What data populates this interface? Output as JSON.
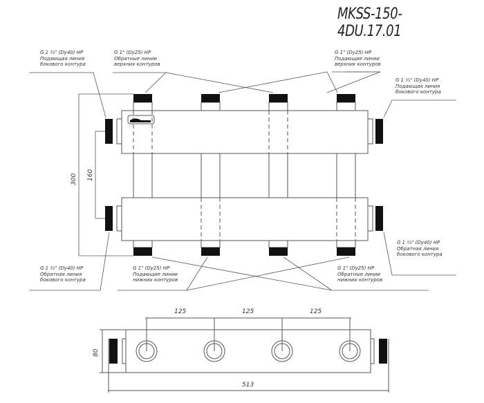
{
  "title": "MKSS-150-4DU.17.01",
  "labels": {
    "top_left_side": [
      "G 1 ½\" (Dy40) HP",
      "Подающая линия",
      "бокового контура"
    ],
    "top_return_upper": [
      "G 1\" (Dy25) HP",
      "Обратные линии",
      "верхних контуров"
    ],
    "top_supply_upper": [
      "G 1\" (Dy25) HP",
      "Подающие линии",
      "верхних контуров"
    ],
    "top_right_side": [
      "G 1 ½\" (Dy40) HP",
      "Подающая линия",
      "бокового контура"
    ],
    "bottom_left_side": [
      "G 1 ½\" (Dy40) HP",
      "Обратная линия",
      "бокового контура"
    ],
    "bottom_supply_lower": [
      "G 1\" (Dy25) HP",
      "Подающие линии",
      "нижних контуров"
    ],
    "bottom_return_lower": [
      "G 1\" (Dy25) HP",
      "Обратные линии",
      "нижних контуров"
    ],
    "bottom_right_side": [
      "G 1 ½\" (Dy40) HP",
      "Обратная линия",
      "бокового контура"
    ]
  },
  "dimensions": {
    "overall_height": "300",
    "header_spacing": "160",
    "port_pitch_1": "125",
    "port_pitch_2": "125",
    "port_pitch_3": "125",
    "body_depth": "80",
    "overall_length": "513"
  },
  "logo": "GIDRUSS",
  "colors": {
    "line": "#555555",
    "fill": "#111111",
    "background": "#ffffff"
  }
}
